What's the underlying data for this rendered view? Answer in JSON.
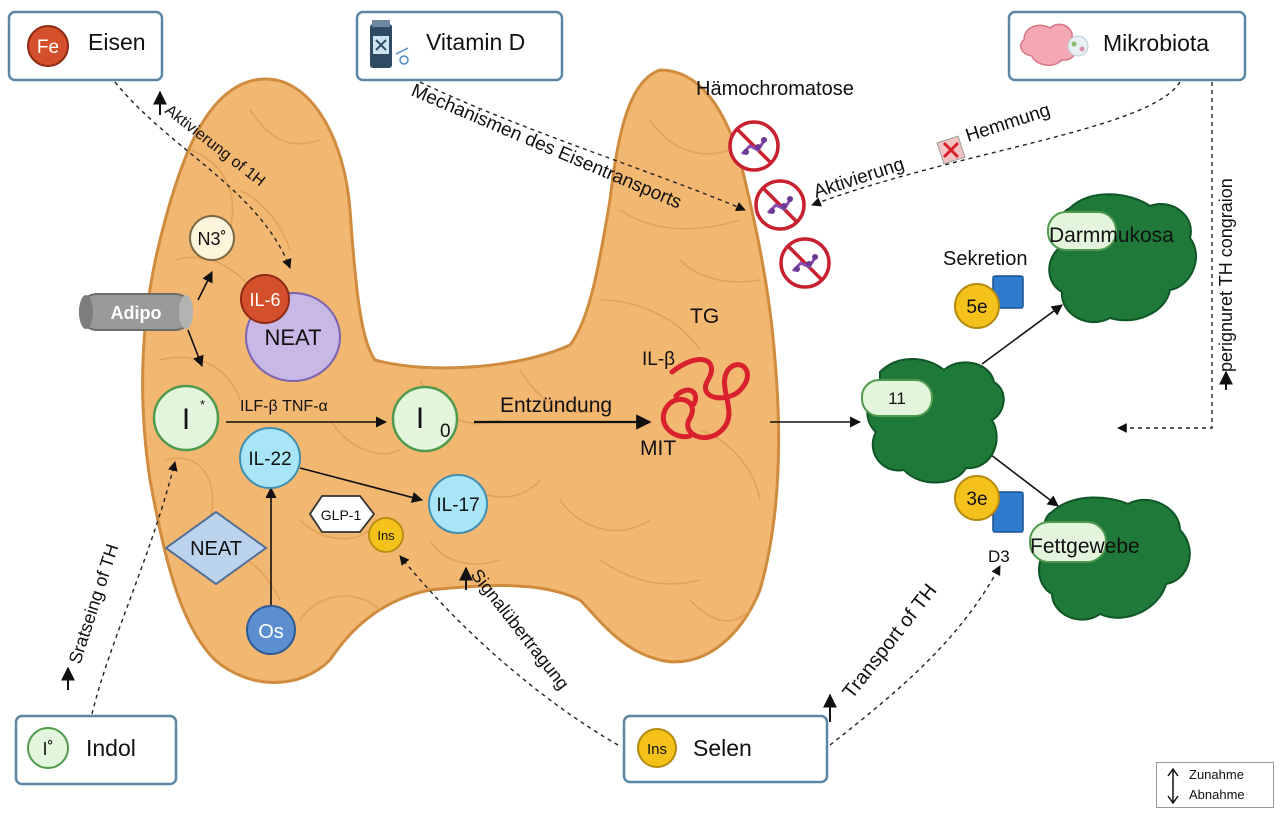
{
  "boxes": {
    "eisen": {
      "label": "Eisen",
      "icon_text": "Fe"
    },
    "vitamin_d": {
      "label": "Vitamin D"
    },
    "mikrobiota": {
      "label": "Mikrobiota"
    },
    "indol": {
      "label": "Indol",
      "icon_text": "I˚"
    },
    "selen": {
      "label": "Selen",
      "icon_text": "Ins"
    }
  },
  "gland_nodes": {
    "n3": "N3˚",
    "adipo": "Adipo",
    "il6": "IL-6",
    "neat_top": "NEAT",
    "i_star": "I",
    "i_star_sup": "*",
    "i0": "I",
    "i0_sub": "0",
    "il22": "IL-22",
    "il17": "IL-17",
    "glp1": "GLP-1",
    "ins_small": "Ins",
    "neat_diamond": "NEAT",
    "os": "Os",
    "tg": "TG",
    "il_beta": "IL-β",
    "mit": "MIT"
  },
  "labels": {
    "haemochromatose": "Hämochromatose",
    "mechanismen": "Mechanismen des Eisentransports",
    "aktivierung_hemmung_a": "Aktivierung",
    "aktivierung_hemmung_b": "Hemmung",
    "aktivierung_of_th": "Aktivierung of 1H",
    "ilf_tnf": "ILF-β TNF-α",
    "entzuendung": "Entzündung",
    "sratseing": "Sratseing of TH",
    "signaluebertragung": "Signalübertragung",
    "transport_th": "Transport of TH",
    "perignuret": "perignuret TH congraion",
    "sekretion": "Sekretion",
    "darmmukosa": "Darmmukosa",
    "fettgewebe": "Fettgewebe",
    "node_11": "11",
    "node_5e": "5e",
    "node_3e": "3e",
    "d3": "D3"
  },
  "legend": {
    "increase": "Zunahme",
    "decrease": "Abnahme"
  },
  "colors": {
    "gland_fill": "#f2b771",
    "gland_stroke": "#d08c3e",
    "box_border": "#5b87a6",
    "tissue_green": "#1f7a3a",
    "node_green_fill": "#e3f5dd",
    "node_blue_fill": "#a8e6f7",
    "il6_red": "#d4502c",
    "neat_purple": "#c9b7e6",
    "os_blue": "#5b8fd0",
    "ins_yellow": "#f5c21b",
    "square_blue": "#2e7bd0",
    "tg_red": "#d8202e"
  }
}
